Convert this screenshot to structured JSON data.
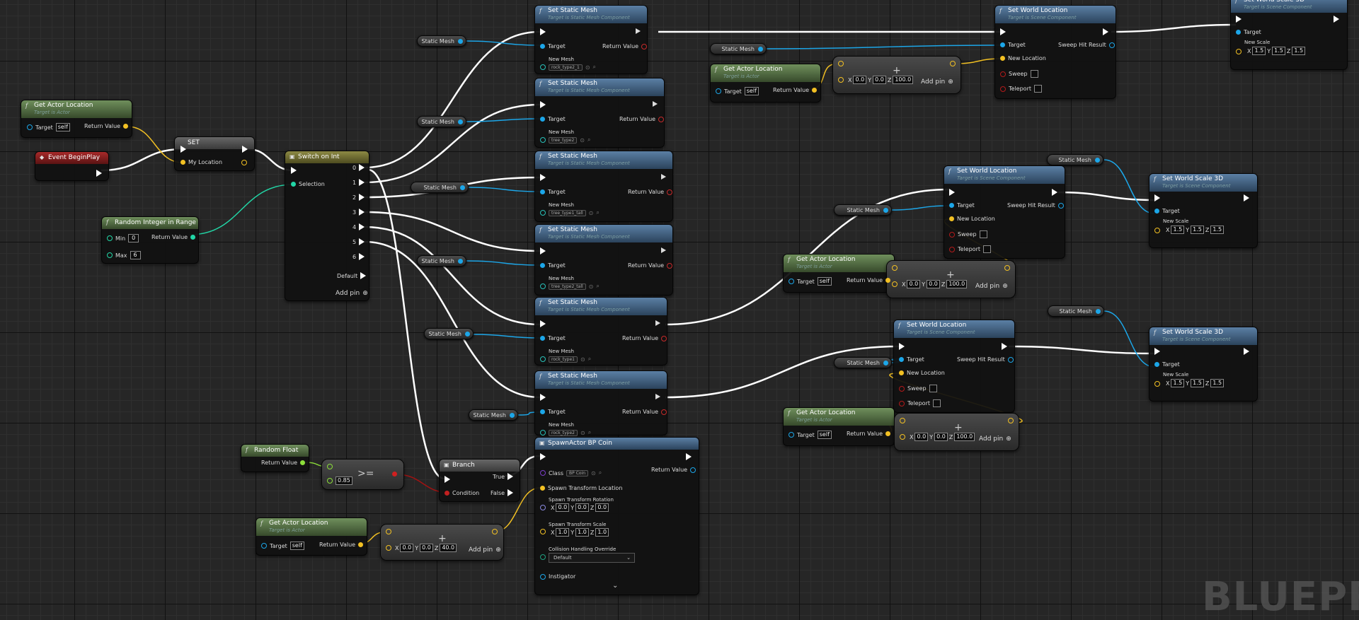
{
  "watermark": "BLUEPRI",
  "labels": {
    "target": "Target",
    "self": "self",
    "return_value": "Return Value",
    "new_mesh": "New Mesh",
    "new_location": "New Location",
    "new_scale": "New Scale",
    "sweep": "Sweep",
    "teleport": "Teleport",
    "sweep_hit_result": "Sweep Hit Result",
    "add_pin": "Add pin",
    "static_mesh": "Static Mesh",
    "target_is_actor": "Target is Actor",
    "target_is_static_mesh": "Target is Static Mesh Component",
    "target_is_scene": "Target is Scene Component",
    "x": "X",
    "y": "Y",
    "z": "Z"
  },
  "titles": {
    "get_actor_location": "Get Actor Location",
    "set_static_mesh": "Set Static Mesh",
    "set_world_location": "Set World Location",
    "set_world_scale": "Set World Scale 3D"
  },
  "event_begin_play": {
    "title": "Event BeginPlay"
  },
  "set_node": {
    "title": "SET",
    "pin": "My Location"
  },
  "switch": {
    "title": "Switch on Int",
    "selection": "Selection",
    "outputs": [
      "0",
      "1",
      "2",
      "3",
      "4",
      "5",
      "6"
    ],
    "default": "Default"
  },
  "random_int": {
    "title": "Random Integer in Range",
    "min_label": "Min",
    "min": "0",
    "max_label": "Max",
    "max": "6"
  },
  "meshes": [
    "rock_type2_1",
    "tree_type2",
    "tree_type1_tall",
    "tree_type2_tall",
    "rock_type1",
    "rock_type2"
  ],
  "scale": {
    "x": "1.5",
    "y": "1.5",
    "z": "1.5"
  },
  "add_vec": {
    "x": "0.0",
    "y": "0.0",
    "z": "100.0"
  },
  "coin_vec": {
    "x": "0.0",
    "y": "0.0",
    "z": "40.0"
  },
  "random_float": {
    "title": "Random Float"
  },
  "compare": {
    "value": "0.85",
    "op": ">="
  },
  "branch": {
    "title": "Branch",
    "true_label": "True",
    "false_label": "False",
    "condition": "Condition"
  },
  "spawn": {
    "title": "SpawnActor BP Coin",
    "class_label": "Class",
    "class_value": "BP Coin",
    "location": "Spawn Transform Location",
    "rotation": "Spawn Transform Rotation",
    "rot": {
      "x": "0.0",
      "y": "0.0",
      "z": "0.0"
    },
    "scale_label": "Spawn Transform Scale",
    "scl": {
      "x": "1.0",
      "y": "1.0",
      "z": "1.0"
    },
    "collision": "Collision Handling Override",
    "collision_value": "Default",
    "instigator": "Instigator"
  },
  "colors": {
    "exec": "#ffffff",
    "object": "#1ca6e8",
    "vector": "#f2c023",
    "int": "#22d6a6",
    "float": "#8cde3a",
    "bool": "#a21212"
  }
}
